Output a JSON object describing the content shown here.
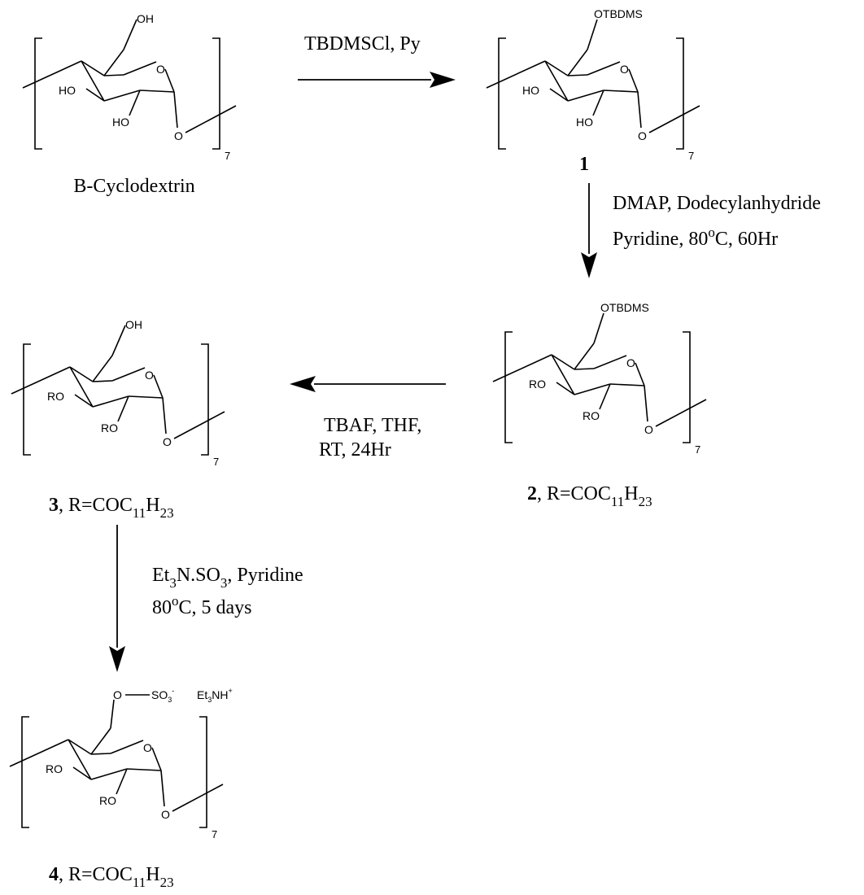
{
  "unit_repeat": "7",
  "structures": {
    "s0": {
      "c6_substituent": "OH",
      "o3": "HO",
      "o2": "HO",
      "ring_o": "O",
      "glyco_o": "O",
      "name": "B-Cyclodextrin"
    },
    "s1": {
      "c6_substituent": "OTBDMS",
      "o3": "HO",
      "o2": "HO",
      "ring_o": "O",
      "glyco_o": "O",
      "number": "1"
    },
    "s2": {
      "c6_substituent": "OTBDMS",
      "o3": "RO",
      "o2": "RO",
      "ring_o": "O",
      "glyco_o": "O",
      "number": "2"
    },
    "s3": {
      "c6_substituent": "OH",
      "o3": "RO",
      "o2": "RO",
      "ring_o": "O",
      "glyco_o": "O",
      "number": "3"
    },
    "s4": {
      "c6_o": "O",
      "sulfate": {
        "so": "SO",
        "so_sub": "3",
        "so_charge": "-"
      },
      "counterion": {
        "et": "Et",
        "et_sub": "3",
        "nh": "NH",
        "charge": "+"
      },
      "o3": "RO",
      "o2": "RO",
      "ring_o": "O",
      "glyco_o": "O",
      "number": "4"
    }
  },
  "r_group": {
    "prefix": ", R=COC",
    "sub1": "11",
    "h": "H",
    "sub2": "23"
  },
  "arrows": {
    "a1": {
      "line1": "TBDMSCl, Py"
    },
    "a2": {
      "line1": "DMAP,  Dodecylanhydride",
      "line2": {
        "part1": "Pyridine, 80",
        "sup": "o",
        "part2": "C, 60Hr"
      }
    },
    "a3": {
      "line1": "TBAF,  THF,",
      "line2": "RT,  24Hr"
    },
    "a4": {
      "line1": {
        "et": "Et",
        "sub1": "3",
        "mid": "N.SO",
        "sub2": "3",
        "end": ", Pyridine"
      },
      "line2": {
        "part1": "80",
        "sup": "o",
        "part2": "C, 5 days"
      }
    }
  }
}
